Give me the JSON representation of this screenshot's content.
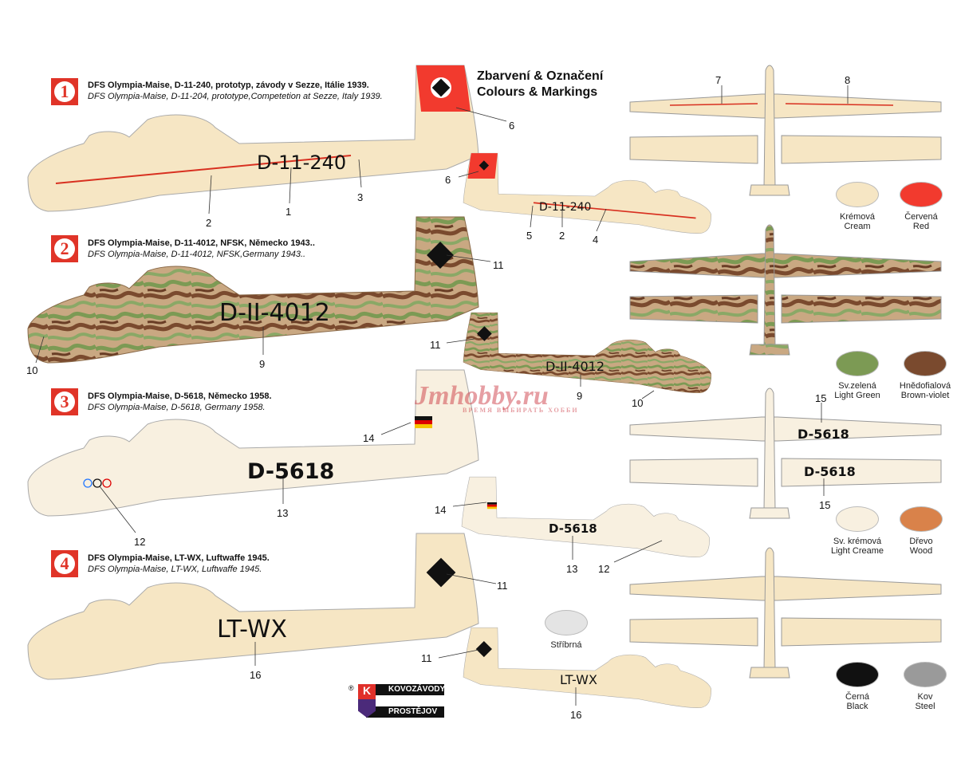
{
  "title": {
    "cz": "Zbarvení & Označení",
    "en": "Colours & Markings"
  },
  "profiles": [
    {
      "number": "1",
      "title_cz": "DFS Olympia-Maise, D-11-240, prototyp, závody v Sezze, Itálie 1939.",
      "title_en": "DFS Olympia-Maise, D-11-204, prototype,Competetion at Sezze, Italy 1939.",
      "registration": "D-11-240",
      "callouts": [
        "6",
        "3",
        "1",
        "2"
      ],
      "small_callouts": [
        "6",
        "5",
        "2",
        "4"
      ],
      "top_callouts": [
        "7",
        "8"
      ]
    },
    {
      "number": "2",
      "title_cz": "DFS Olympia-Maise, D-11-4012, NFSK, Německo 1943..",
      "title_en": "DFS Olympia-Maise, D-11-4012, NFSK,Germany 1943..",
      "registration": "D-II-4012",
      "callouts": [
        "11",
        "9",
        "10"
      ],
      "small_callouts": [
        "11",
        "9",
        "10"
      ]
    },
    {
      "number": "3",
      "title_cz": "DFS Olympia-Maise, D-5618, Německo 1958.",
      "title_en": "DFS Olympia-Maise, D-5618, Germany 1958.",
      "registration": "D-5618",
      "callouts": [
        "14",
        "13",
        "12"
      ],
      "small_callouts": [
        "14",
        "13",
        "12"
      ],
      "top_callouts": [
        "15",
        "15"
      ]
    },
    {
      "number": "4",
      "title_cz": "DFS Olympia-Maise, LT-WX, Luftwaffe 1945.",
      "title_en": "DFS Olympia-Maise, LT-WX, Luftwaffe 1945.",
      "registration": "LT-WX",
      "callouts": [
        "11",
        "16"
      ],
      "small_callouts": [
        "11",
        "16"
      ]
    }
  ],
  "swatches": [
    {
      "cz": "Krémová",
      "en": "Cream",
      "color": "#f6e6c4"
    },
    {
      "cz": "Červená",
      "en": "Red",
      "color": "#f23a2e"
    },
    {
      "cz": "Sv.zelená",
      "en": "Light Green",
      "color": "#7c9a54"
    },
    {
      "cz": "Hnědofialová",
      "en": "Brown-violet",
      "color": "#7a4a2e"
    },
    {
      "cz": "Sv. krémová",
      "en": "Light Creame",
      "color": "#f8f0e0"
    },
    {
      "cz": "Dřevo",
      "en": "Wood",
      "color": "#d9824a"
    },
    {
      "cz": "Černá",
      "en": "Black",
      "color": "#111111"
    },
    {
      "cz": "Kov",
      "en": "Steel",
      "color": "#9a9a9a"
    },
    {
      "cz": "Stříbrná",
      "en": "",
      "color": "#e4e4e4"
    }
  ],
  "logo": {
    "line1": "KOVOZÁVODY",
    "line2": "PROSTĚJOV",
    "letter": "K"
  },
  "watermark": {
    "text": "Jmhobby.ru",
    "tagline": "ВРЕМЯ ВЫБИРАТЬ ХОББИ"
  }
}
